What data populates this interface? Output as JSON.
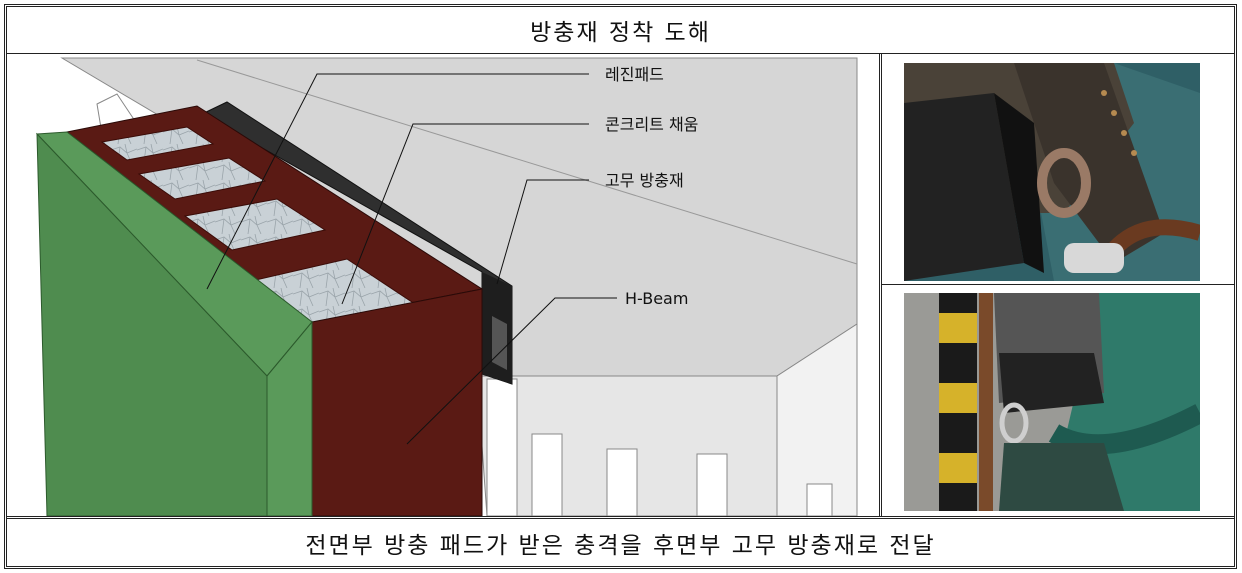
{
  "title": "방충재 정착 도해",
  "footer": "전면부 방충 패드가 받은 충격을 후면부 고무 방충재로 전달",
  "diagram": {
    "labels": {
      "resin_pad": "레진패드",
      "concrete_fill": "콘크리트 채움",
      "rubber_fender": "고무 방충재",
      "h_beam": "H-Beam"
    }
  },
  "photos": [
    {
      "subject": "rubber-fender-with-chain-photo"
    },
    {
      "subject": "fender-installed-at-quay-photo"
    }
  ],
  "colors": {
    "green_pad": "#4f8c4f",
    "resin_frame": "#5a1a14",
    "rubber": "#2f2f2f",
    "concrete": "#c8d0d4"
  }
}
